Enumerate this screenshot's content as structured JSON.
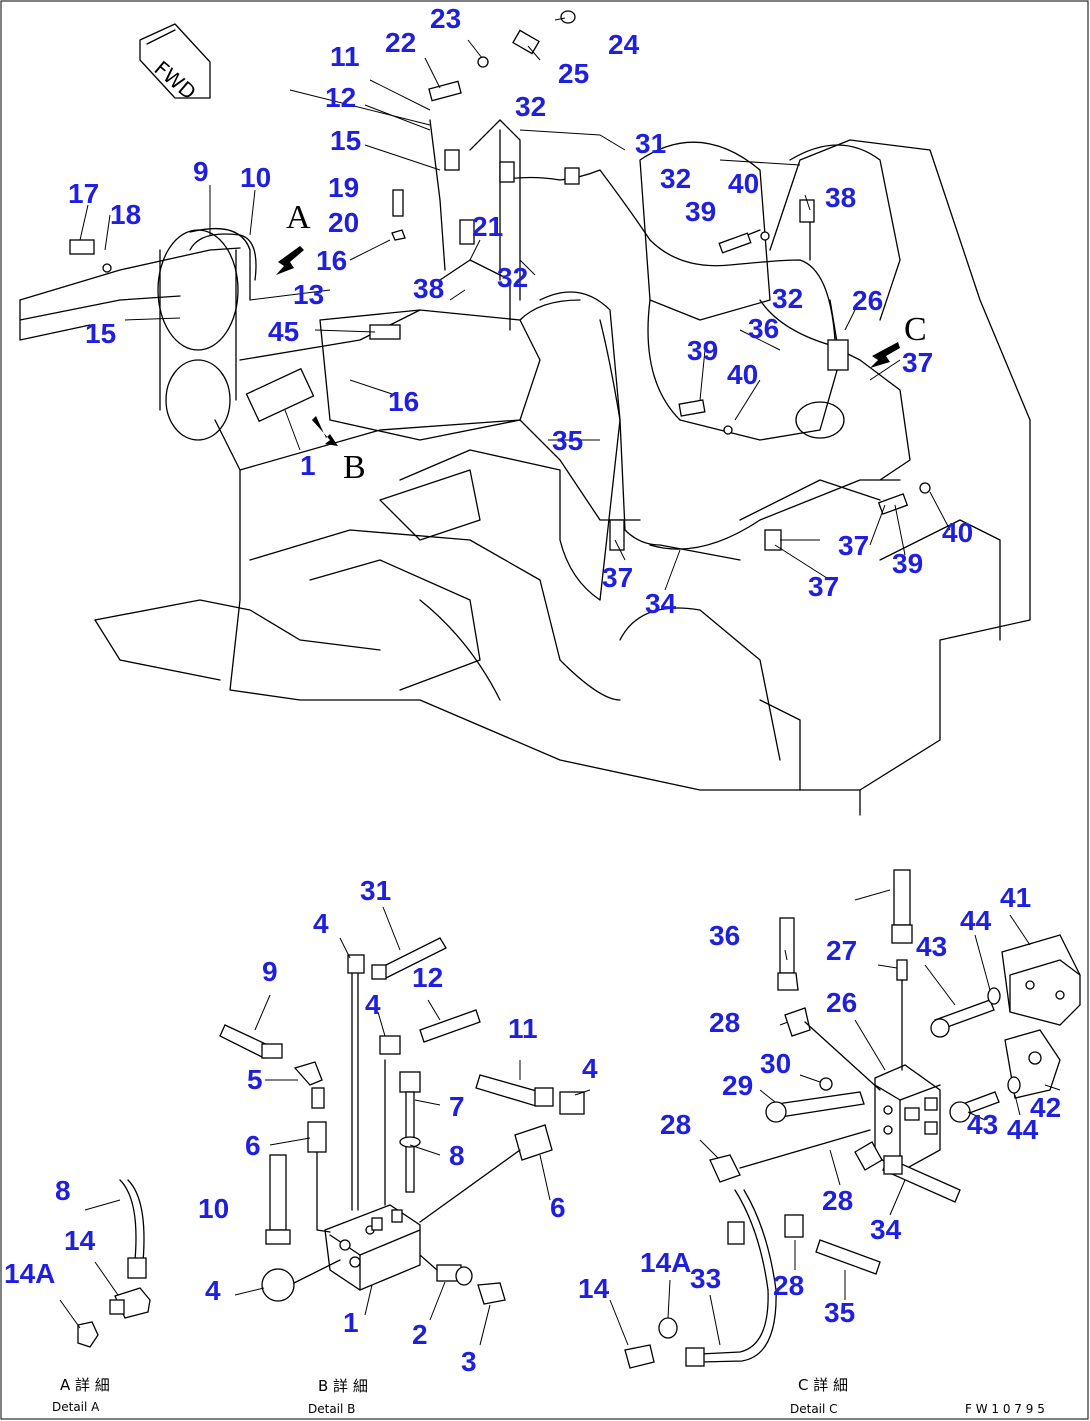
{
  "diagram": {
    "fwd_label": "FWD",
    "code": "F W 1 0 7 9 5",
    "view_letters": [
      "A",
      "B",
      "C"
    ],
    "details": [
      {
        "jp": "A 詳 細",
        "en": "Detail A"
      },
      {
        "jp": "B 詳 細",
        "en": "Detail B"
      },
      {
        "jp": "C 詳 細",
        "en": "Detail C"
      }
    ],
    "callouts": [
      "23",
      "22",
      "24",
      "25",
      "11",
      "12",
      "32",
      "15",
      "31",
      "19",
      "32",
      "40",
      "38",
      "9",
      "10",
      "17",
      "18",
      "20",
      "21",
      "39",
      "16",
      "38",
      "32",
      "26",
      "13",
      "32",
      "15",
      "45",
      "36",
      "37",
      "39",
      "40",
      "16",
      "1",
      "35",
      "37",
      "39",
      "40",
      "37",
      "34",
      "37",
      "31",
      "4",
      "12",
      "9",
      "4",
      "36",
      "27",
      "43",
      "44",
      "41",
      "26",
      "28",
      "11",
      "5",
      "7",
      "30",
      "29",
      "42",
      "4",
      "8",
      "44",
      "43",
      "6",
      "6",
      "28",
      "8",
      "28",
      "10",
      "14",
      "34",
      "14A",
      "4",
      "28",
      "14A",
      "14",
      "33",
      "1",
      "2",
      "35",
      "3"
    ]
  }
}
